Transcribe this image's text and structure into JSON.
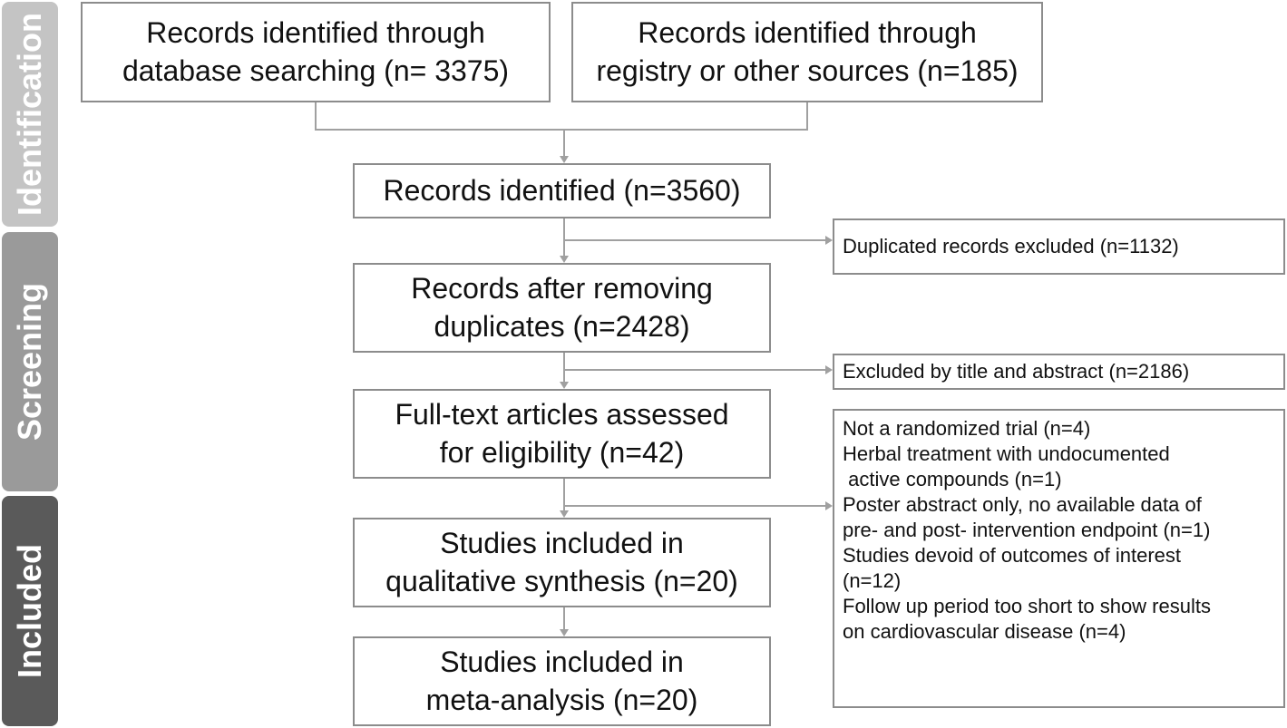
{
  "colors": {
    "phase_identification": "#c4c4c4",
    "phase_screening": "#9a9a9a",
    "phase_included": "#5a5a5a",
    "border": "#8c8c8c",
    "connector": "#a0a0a0"
  },
  "phases": {
    "identification": "Identification",
    "screening": "Screening",
    "included": "Included"
  },
  "boxes": {
    "database_search": [
      "Records identified through",
      "database searching (n= 3375)"
    ],
    "registry_sources": [
      "Records identified through",
      "registry or other sources (n=185)"
    ],
    "records_identified": [
      "Records identified (n=3560)"
    ],
    "after_duplicates": [
      "Records after removing",
      "duplicates (n=2428)"
    ],
    "full_text": [
      "Full-text articles assessed",
      "for eligibility (n=42)"
    ],
    "qualitative": [
      "Studies included in",
      "qualitative synthesis (n=20)"
    ],
    "meta_analysis": [
      "Studies included in",
      "meta-analysis (n=20)"
    ]
  },
  "exclusions": {
    "duplicates": "Duplicated records excluded (n=1132)",
    "title_abstract": "Excluded by title and abstract (n=2186)",
    "full_text_reasons": [
      "Not a randomized trial (n=4)",
      "Herbal treatment with undocumented",
      " active compounds (n=1)",
      "Poster abstract only, no available data of",
      "pre- and post- intervention endpoint (n=1)",
      "Studies devoid of outcomes of interest",
      "(n=12)",
      "Follow up period too short to show results",
      "on cardiovascular disease (n=4)"
    ]
  }
}
